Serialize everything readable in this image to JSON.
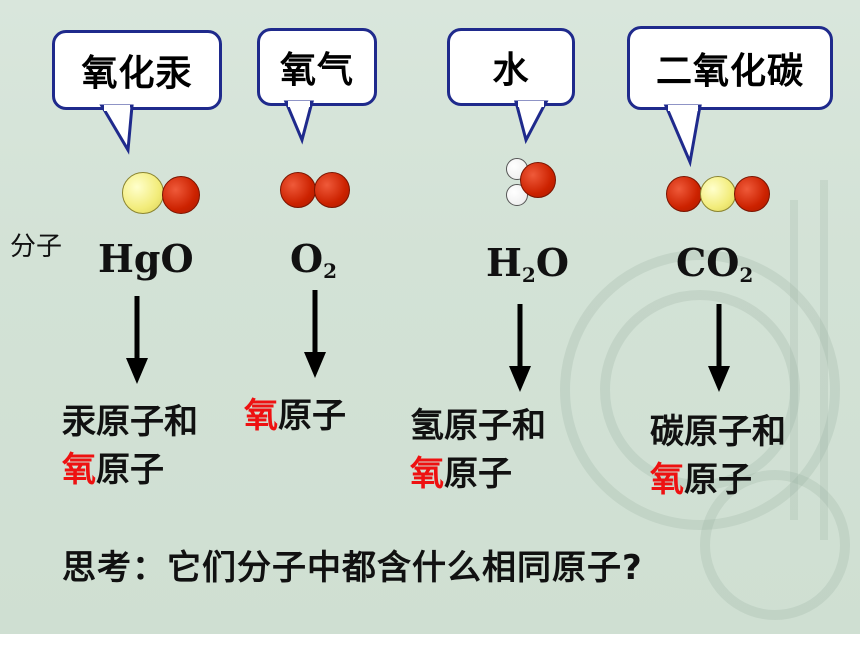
{
  "molecule_label": "分子",
  "molecules": [
    {
      "bubble": "氧化汞",
      "formula": "HgO",
      "formula_sub": "",
      "formula_tail": "",
      "atoms_line1_red": "",
      "atoms_line1": "汞原子和",
      "atoms_line2_red": "氧",
      "atoms_line2": "原子"
    },
    {
      "bubble": "氧气",
      "formula": "O",
      "formula_sub": "2",
      "formula_tail": "",
      "atoms_line1_red": "氧",
      "atoms_line1": "原子",
      "atoms_line2_red": "",
      "atoms_line2": ""
    },
    {
      "bubble": "水",
      "formula": "H",
      "formula_sub": "2",
      "formula_tail": "O",
      "atoms_line1_red": "",
      "atoms_line1": "氢原子和",
      "atoms_line2_red": "氧",
      "atoms_line2": "原子"
    },
    {
      "bubble": "二氧化碳",
      "formula": "CO",
      "formula_sub": "2",
      "formula_tail": "",
      "atoms_line1_red": "",
      "atoms_line1": "碳原子和",
      "atoms_line2_red": "氧",
      "atoms_line2": "原子"
    }
  ],
  "question": "思考：它们分子中都含什么相同原子?",
  "colors": {
    "bubble_border": "#1f2a8c",
    "oxygen_atom": "#cc2200",
    "mercury_atom": "#f2ec7a",
    "hydrogen_atom": "#ffffff",
    "carbon_atom": "#f2ec7a",
    "highlight_text": "#ee1111"
  }
}
